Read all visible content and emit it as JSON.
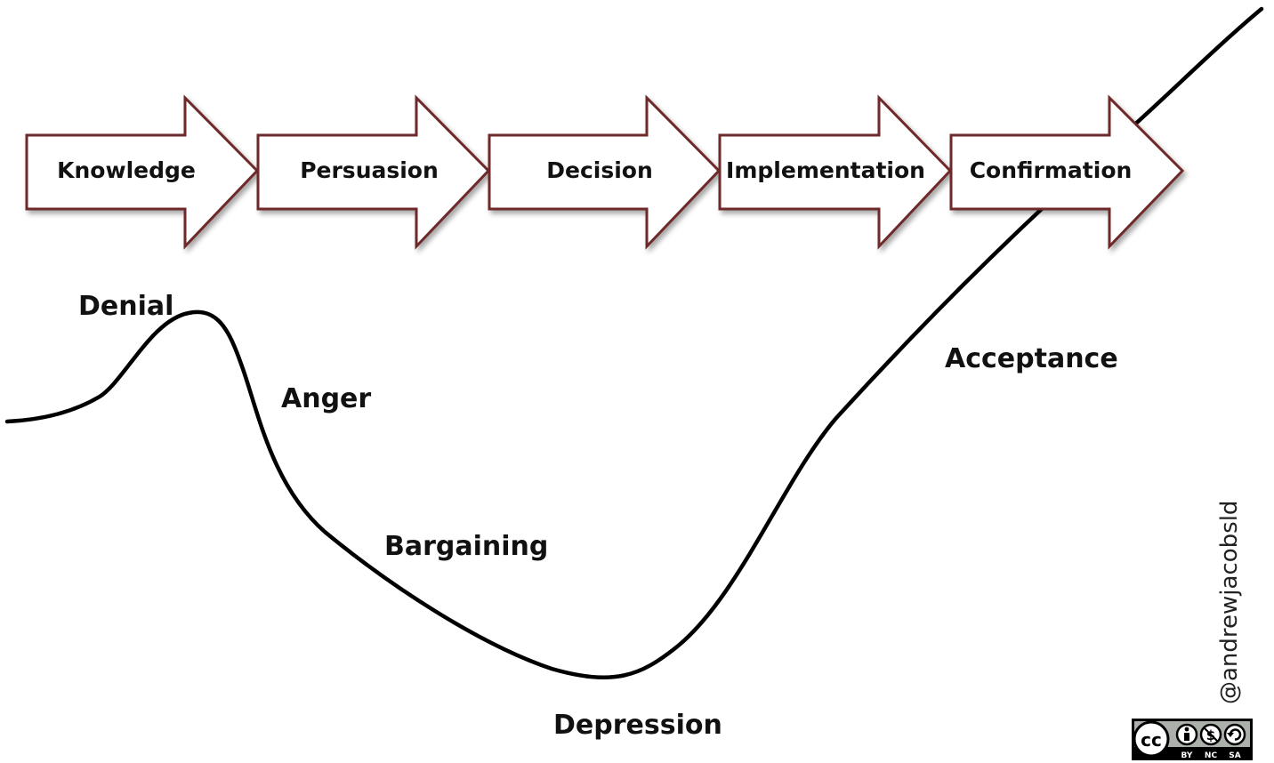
{
  "process_steps": [
    {
      "label": "Knowledge"
    },
    {
      "label": "Persuasion"
    },
    {
      "label": "Decision"
    },
    {
      "label": "Implementation"
    },
    {
      "label": "Confirmation"
    }
  ],
  "stages": {
    "denial": "Denial",
    "anger": "Anger",
    "bargaining": "Bargaining",
    "depression": "Depression",
    "acceptance": "Acceptance"
  },
  "credit": "@andrewjacobsld",
  "license": {
    "cc": "cc",
    "by": "BY",
    "nc": "NC",
    "sa": "SA"
  },
  "colors": {
    "arrow_outline": "#6e2a2a",
    "curve": "#000000",
    "text": "#111111"
  }
}
